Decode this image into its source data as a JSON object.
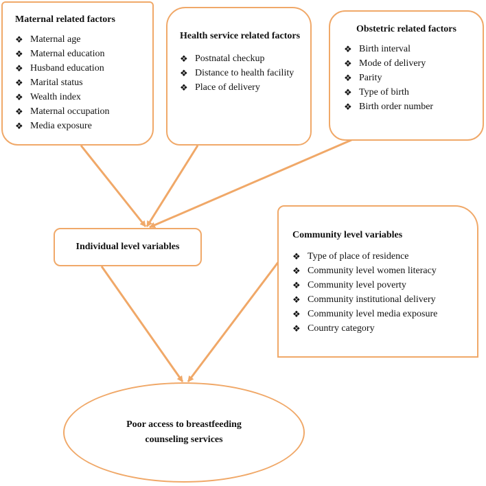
{
  "maternal": {
    "title": "Maternal related factors",
    "items": [
      "Maternal age",
      "Maternal education",
      "Husband education",
      "Marital status",
      "Wealth index",
      "Maternal occupation",
      "Media exposure"
    ]
  },
  "health": {
    "title": "Health service related factors",
    "items": [
      "Postnatal checkup",
      "Distance to health facility",
      "Place of delivery"
    ]
  },
  "obstetric": {
    "title": "Obstetric related factors",
    "items": [
      "Birth interval",
      "Mode of delivery",
      "Parity",
      "Type of birth",
      "Birth order number"
    ]
  },
  "individual": {
    "title": "Individual level variables"
  },
  "community": {
    "title": "Community level variables",
    "items": [
      "Type of place of residence",
      "Community level women literacy",
      "Community level poverty",
      "Community institutional delivery",
      "Community level media exposure",
      "Country category"
    ]
  },
  "outcome": {
    "title": "Poor access to breastfeeding counseling services"
  },
  "style": {
    "border_color": "#F0A868",
    "arrow_color": "#F0A868",
    "bullet_glyph": "❖"
  }
}
